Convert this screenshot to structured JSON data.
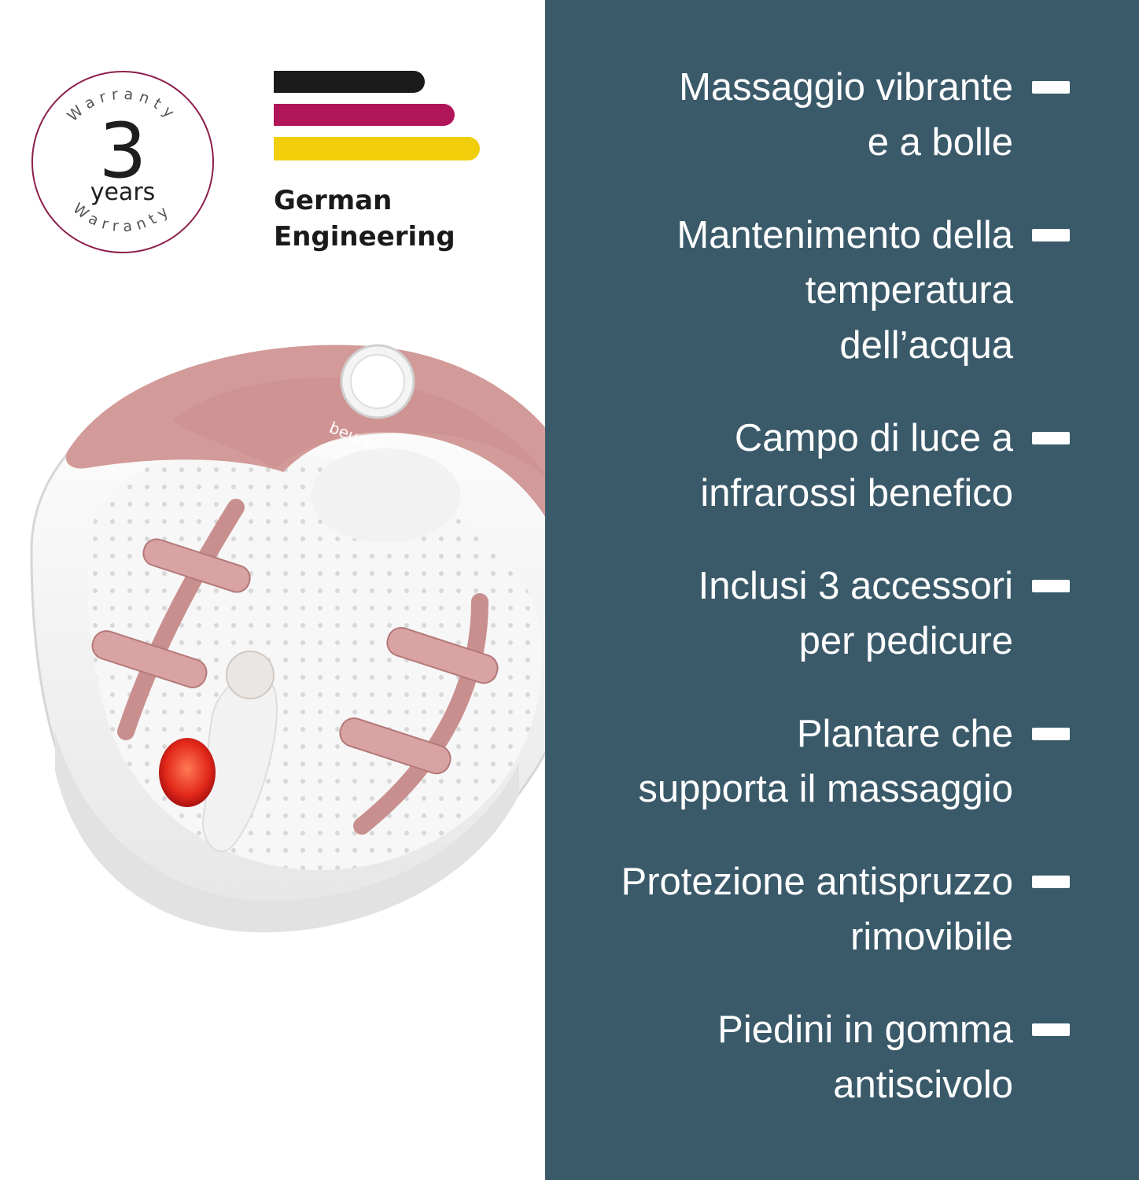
{
  "warranty": {
    "ring_top": "Warranty",
    "ring_bottom": "Warranty",
    "number": "3",
    "unit": "years"
  },
  "german_engineering": {
    "line1": "German",
    "line2": "Engineering",
    "flag_colors": [
      "#1a1a1a",
      "#b01558",
      "#f0cf0a"
    ]
  },
  "product": {
    "brand": "beurer"
  },
  "colors": {
    "panel": "#3a5a6a",
    "accent_pink": "#d29a98",
    "text_light": "#ffffff"
  },
  "features": [
    {
      "line1": "Massaggio vibrante",
      "line2": "e a bolle",
      "line3": ""
    },
    {
      "line1": "Mantenimento della",
      "line2": "temperatura",
      "line3": "dell’acqua"
    },
    {
      "line1": "Campo di luce a",
      "line2": "infrarossi benefico",
      "line3": ""
    },
    {
      "line1": "Inclusi 3 accessori",
      "line2": "per pedicure",
      "line3": ""
    },
    {
      "line1": "Plantare che",
      "line2": "supporta il massaggio",
      "line3": ""
    },
    {
      "line1": "Protezione antispruzzo",
      "line2": "rimovibile",
      "line3": ""
    },
    {
      "line1": "Piedini in gomma",
      "line2": "antiscivolo",
      "line3": ""
    }
  ]
}
